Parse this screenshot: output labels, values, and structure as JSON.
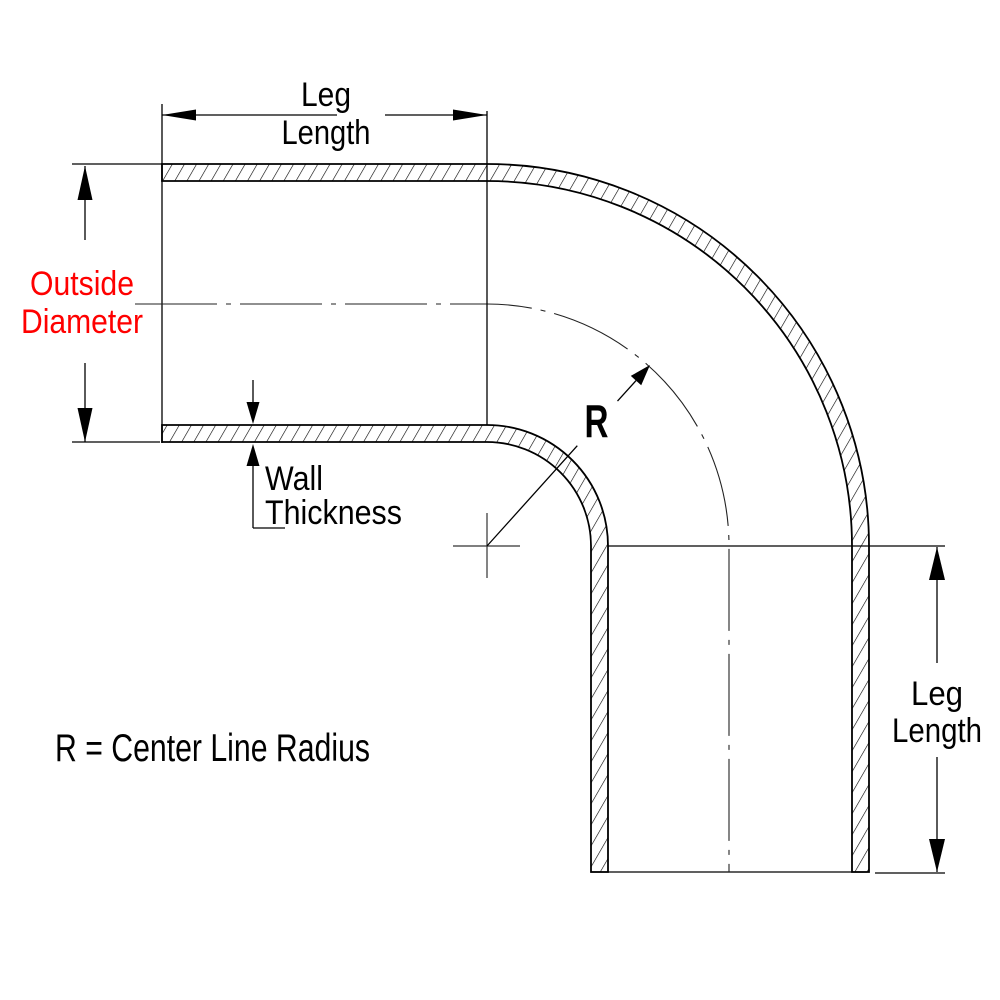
{
  "diagram": {
    "labels": {
      "top_leg_line1": "Leg",
      "top_leg_line2": "Length",
      "outside_diameter_line1": "Outside",
      "outside_diameter_line2": "Diameter",
      "wall_line1": "Wall",
      "wall_line2": "Thickness",
      "radius_symbol": "R",
      "right_leg_line1": "Leg",
      "right_leg_line2": "Length",
      "note": "R = Center Line Radius"
    },
    "colors": {
      "outline": "#000000",
      "outside_diameter_text": "#ff0000",
      "text": "#000000"
    }
  }
}
